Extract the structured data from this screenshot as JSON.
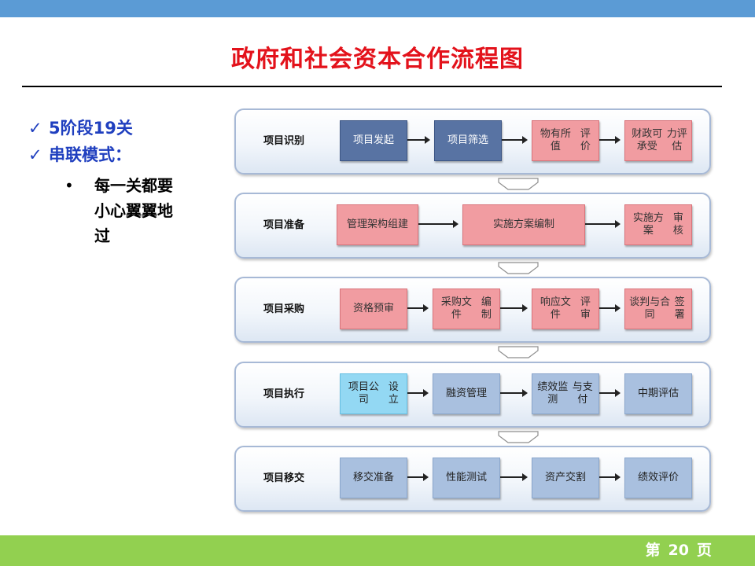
{
  "slide": {
    "title": "政府和社会资本合作流程图",
    "points": [
      "5阶段19关",
      "串联模式："
    ],
    "bullet": [
      "每一关都要",
      "小心翼翼地",
      "过"
    ],
    "page": {
      "prefix": "第",
      "number": "20",
      "suffix": "页"
    }
  },
  "flow": {
    "stages": [
      {
        "label": "项目识别",
        "steps": [
          [
            "项目发起"
          ],
          [
            "项目筛选"
          ],
          [
            "物有所值",
            "评价"
          ],
          [
            "财政可承受",
            "力评估"
          ]
        ]
      },
      {
        "label": "项目准备",
        "steps": [
          [
            "管理架构组建"
          ],
          [
            "实施方案编制"
          ],
          [
            "实施方案",
            "审核"
          ]
        ]
      },
      {
        "label": "项目采购",
        "steps": [
          [
            "资格预审"
          ],
          [
            "采购文件",
            "编制"
          ],
          [
            "响应文件",
            "评审"
          ],
          [
            "谈判与合同",
            "签署"
          ]
        ]
      },
      {
        "label": "项目执行",
        "steps": [
          [
            "项目公司",
            "设立"
          ],
          [
            "融资管理"
          ],
          [
            "绩效监测",
            "与支付"
          ],
          [
            "中期评估"
          ]
        ]
      },
      {
        "label": "项目移交",
        "steps": [
          [
            "移交准备"
          ],
          [
            "性能测试"
          ],
          [
            "资产交割"
          ],
          [
            "绩效评价"
          ]
        ]
      }
    ]
  },
  "colors": {
    "title": "#e3121b",
    "points": "#1f3fbf",
    "top_bar": "#5b9bd5",
    "bottom_bar": "#92d050",
    "navy": "#5873a3",
    "pink": "#f19ca1",
    "light_blue": "#a9c0df",
    "cyan": "#93d8f3"
  }
}
